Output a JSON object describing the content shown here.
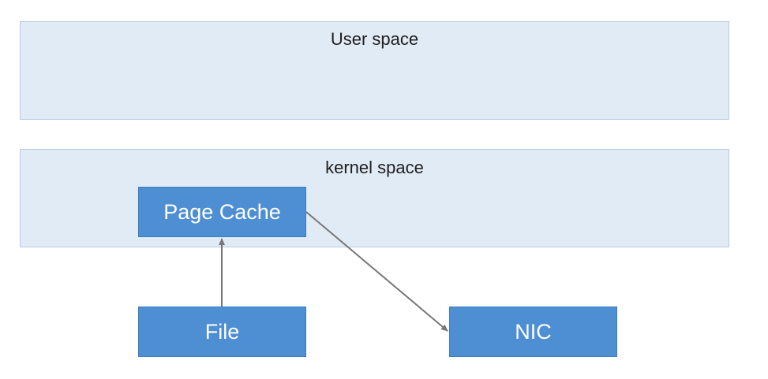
{
  "regions": {
    "user_space": "User space",
    "kernel_space": "kernel space"
  },
  "nodes": {
    "page_cache": "Page Cache",
    "file": "File",
    "nic": "NIC"
  },
  "edges": [
    {
      "from": "File",
      "to": "Page Cache"
    },
    {
      "from": "Page Cache",
      "to": "NIC"
    }
  ],
  "colors": {
    "region_fill": "#e1ebf6",
    "node_fill": "#4e8ed3",
    "arrow": "#777777"
  }
}
